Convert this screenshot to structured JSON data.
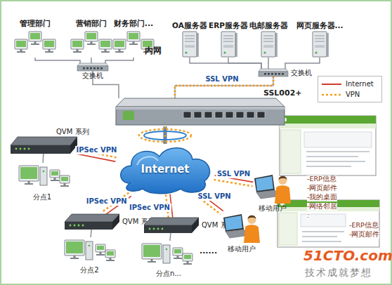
{
  "diagram": {
    "nodes": [
      {
        "text": [
          "管理部门"
        ]
      },
      {
        "text": [
          "营销部门"
        ]
      },
      {
        "text": [
          "财务部门..."
        ]
      },
      {
        "text": [
          "OA服务器"
        ]
      },
      {
        "text": [
          "ERP服务器"
        ]
      },
      {
        "text": [
          "电邮服务器"
        ]
      },
      {
        "text": [
          "网页服务器..."
        ]
      },
      {
        "text": [
          "交换机"
        ]
      },
      {
        "text": [
          "交换机"
        ]
      },
      {
        "text": [
          "SSL002+"
        ]
      },
      {
        "text": [
          "Internet"
        ]
      },
      {
        "text": [
          "QVM 系列"
        ]
      },
      {
        "text": [
          "分点1"
        ]
      },
      {
        "text": [
          "QVM 系列"
        ]
      },
      {
        "text": [
          "分点2"
        ]
      },
      {
        "text": [
          "QVM 系列"
        ]
      },
      {
        "text": [
          "分点n..."
        ]
      },
      {
        "text": [
          "移动用户"
        ]
      },
      {
        "text": [
          "移动用户"
        ]
      }
    ],
    "edges": [
      {
        "from": 0,
        "to": 7,
        "arrow": "none"
      },
      {
        "from": 1,
        "to": 7,
        "arrow": "none"
      },
      {
        "from": 2,
        "to": 7,
        "arrow": "none"
      },
      {
        "from": 3,
        "to": 8,
        "arrow": "none"
      },
      {
        "from": 4,
        "to": 8,
        "arrow": "none"
      },
      {
        "from": 5,
        "to": 8,
        "arrow": "none"
      },
      {
        "from": 6,
        "to": 8,
        "arrow": "none"
      },
      {
        "from": 7,
        "to": 9,
        "arrow": "none"
      },
      {
        "from": 8,
        "to": 9,
        "label": "SSL VPN",
        "arrow": "none"
      },
      {
        "from": 9,
        "to": 10,
        "arrow": "none"
      },
      {
        "from": 10,
        "to": 11,
        "label": "IPSec VPN",
        "arrow": "none"
      },
      {
        "from": 10,
        "to": 13,
        "label": "IPSec VPN",
        "arrow": "none"
      },
      {
        "from": 10,
        "to": 15,
        "label": "IPSec VPN",
        "arrow": "none"
      },
      {
        "from": 10,
        "to": 17,
        "label": "SSL VPN",
        "arrow": "none"
      },
      {
        "from": 10,
        "to": 18,
        "label": "SSL VPN",
        "arrow": "none"
      },
      {
        "from": 11,
        "to": 12,
        "arrow": "none"
      },
      {
        "from": 13,
        "to": 14,
        "arrow": "none"
      },
      {
        "from": 15,
        "to": 16,
        "arrow": "none"
      }
    ],
    "labels": [
      "内网",
      "-ERP信息",
      "-网页邮件",
      "-我的桌面",
      "-网络邻居",
      ":",
      "-ERP信息",
      "-网页邮件",
      "......",
      "51CTO.com",
      "技术成就梦想"
    ],
    "legend": [
      {
        "text": "Internet"
      },
      {
        "text": "VPN"
      }
    ]
  }
}
